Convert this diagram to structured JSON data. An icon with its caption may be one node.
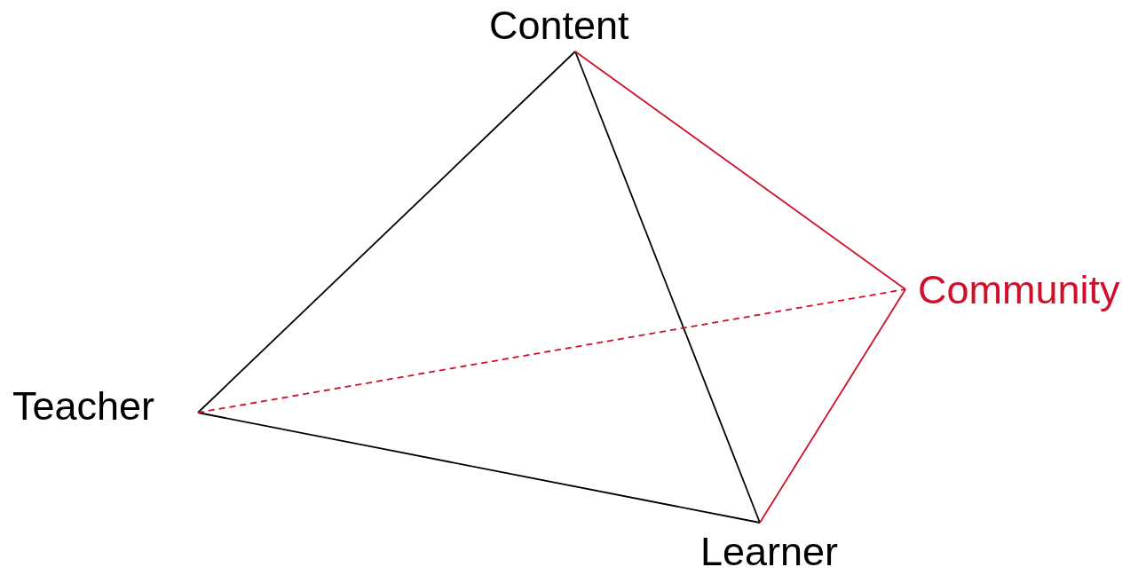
{
  "diagram": {
    "nodes": [
      {
        "text": [
          "Content"
        ]
      },
      {
        "text": [
          "Community"
        ]
      },
      {
        "text": [
          "Teacher"
        ]
      },
      {
        "text": [
          "Learner"
        ]
      }
    ],
    "edges": [
      {
        "from": 2,
        "to": 0,
        "arrow": "none"
      },
      {
        "from": 0,
        "to": 3,
        "arrow": "none"
      },
      {
        "from": 2,
        "to": 3,
        "arrow": "none"
      },
      {
        "from": 0,
        "to": 1,
        "arrow": "none",
        "color": "#d0102a"
      },
      {
        "from": 1,
        "to": 3,
        "arrow": "none",
        "color": "#d0102a"
      },
      {
        "from": 2,
        "to": 1,
        "arrow": "none",
        "style": "dashed",
        "color": "#d0102a"
      }
    ]
  }
}
